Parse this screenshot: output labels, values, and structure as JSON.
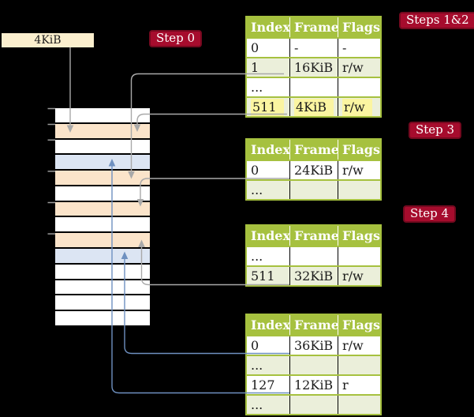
{
  "page": {
    "background": "#000000"
  },
  "ptbr_box": {
    "label": "4KiB"
  },
  "badges": {
    "step0": "Step 0",
    "steps12": "Steps 1&2",
    "step3": "Step 3",
    "step4": "Step 4"
  },
  "physical_memory": {
    "rows": [
      {
        "kind": "white"
      },
      {
        "kind": "orange"
      },
      {
        "kind": "white"
      },
      {
        "kind": "blue"
      },
      {
        "kind": "orange"
      },
      {
        "kind": "white"
      },
      {
        "kind": "orange"
      },
      {
        "kind": "white"
      },
      {
        "kind": "orange"
      },
      {
        "kind": "blue"
      },
      {
        "kind": "white"
      },
      {
        "kind": "white"
      },
      {
        "kind": "white"
      },
      {
        "kind": "white"
      }
    ]
  },
  "page_tables": [
    {
      "id": "table-steps-1-2",
      "headers": [
        "Index",
        "Frame",
        "Flags"
      ],
      "rows": [
        {
          "index": "0",
          "frame": "-",
          "flags": "-",
          "highlight": false
        },
        {
          "index": "1",
          "frame": "16KiB",
          "flags": "r/w",
          "highlight": false
        },
        {
          "index": "...",
          "frame": "",
          "flags": "",
          "highlight": false
        },
        {
          "index": "511",
          "frame": "4KiB",
          "flags": "r/w",
          "highlight": true
        }
      ]
    },
    {
      "id": "table-step-3",
      "headers": [
        "Index",
        "Frame",
        "Flags"
      ],
      "rows": [
        {
          "index": "0",
          "frame": "24KiB",
          "flags": "r/w",
          "highlight": false
        },
        {
          "index": "...",
          "frame": "",
          "flags": "",
          "highlight": false
        }
      ]
    },
    {
      "id": "table-step-4",
      "headers": [
        "Index",
        "Frame",
        "Flags"
      ],
      "rows": [
        {
          "index": "...",
          "frame": "",
          "flags": "",
          "highlight": false
        },
        {
          "index": "511",
          "frame": "32KiB",
          "flags": "r/w",
          "highlight": false
        }
      ]
    },
    {
      "id": "table-final",
      "headers": [
        "Index",
        "Frame",
        "Flags"
      ],
      "rows": [
        {
          "index": "0",
          "frame": "36KiB",
          "flags": "r/w",
          "highlight": false
        },
        {
          "index": "...",
          "frame": "",
          "flags": "",
          "highlight": false
        },
        {
          "index": "127",
          "frame": "12KiB",
          "flags": "r",
          "highlight": false
        },
        {
          "index": "...",
          "frame": "",
          "flags": "",
          "highlight": false
        }
      ]
    }
  ],
  "connectors": [
    {
      "from": "4KiB box",
      "to": "memory row 2 (4KiB frame)",
      "color": "gray"
    },
    {
      "from": "table1 entry 1 / 16KiB",
      "to": "memory row 5 (16KiB frame)",
      "color": "gray"
    },
    {
      "from": "table1 entry 511 / 4KiB",
      "to": "memory row 2 (4KiB frame)",
      "color": "gray"
    },
    {
      "from": "table2 entry 0 / 24KiB",
      "to": "memory row 7 (24KiB frame)",
      "color": "gray"
    },
    {
      "from": "table3 entry 511 / 32KiB",
      "to": "memory row 9 (32KiB frame)",
      "color": "gray"
    },
    {
      "from": "table4 entry 0 / 36KiB",
      "to": "memory row 10 (36KiB frame)",
      "color": "blue"
    },
    {
      "from": "table4 entry 127 / 12KiB",
      "to": "memory row 4 (12KiB frame)",
      "color": "blue"
    }
  ],
  "colors": {
    "table_header_green": "#a6c13f",
    "table_row_green": "#ebefda",
    "memory_orange": "#fbe4ca",
    "memory_blue": "#dce5f3",
    "highlight_yellow": "#fbf5a1",
    "badge_red": "#a60c2d",
    "ptbr_cream": "#fbefce",
    "connector_gray": "#a9a9a9",
    "connector_blue": "#6e90c0"
  }
}
